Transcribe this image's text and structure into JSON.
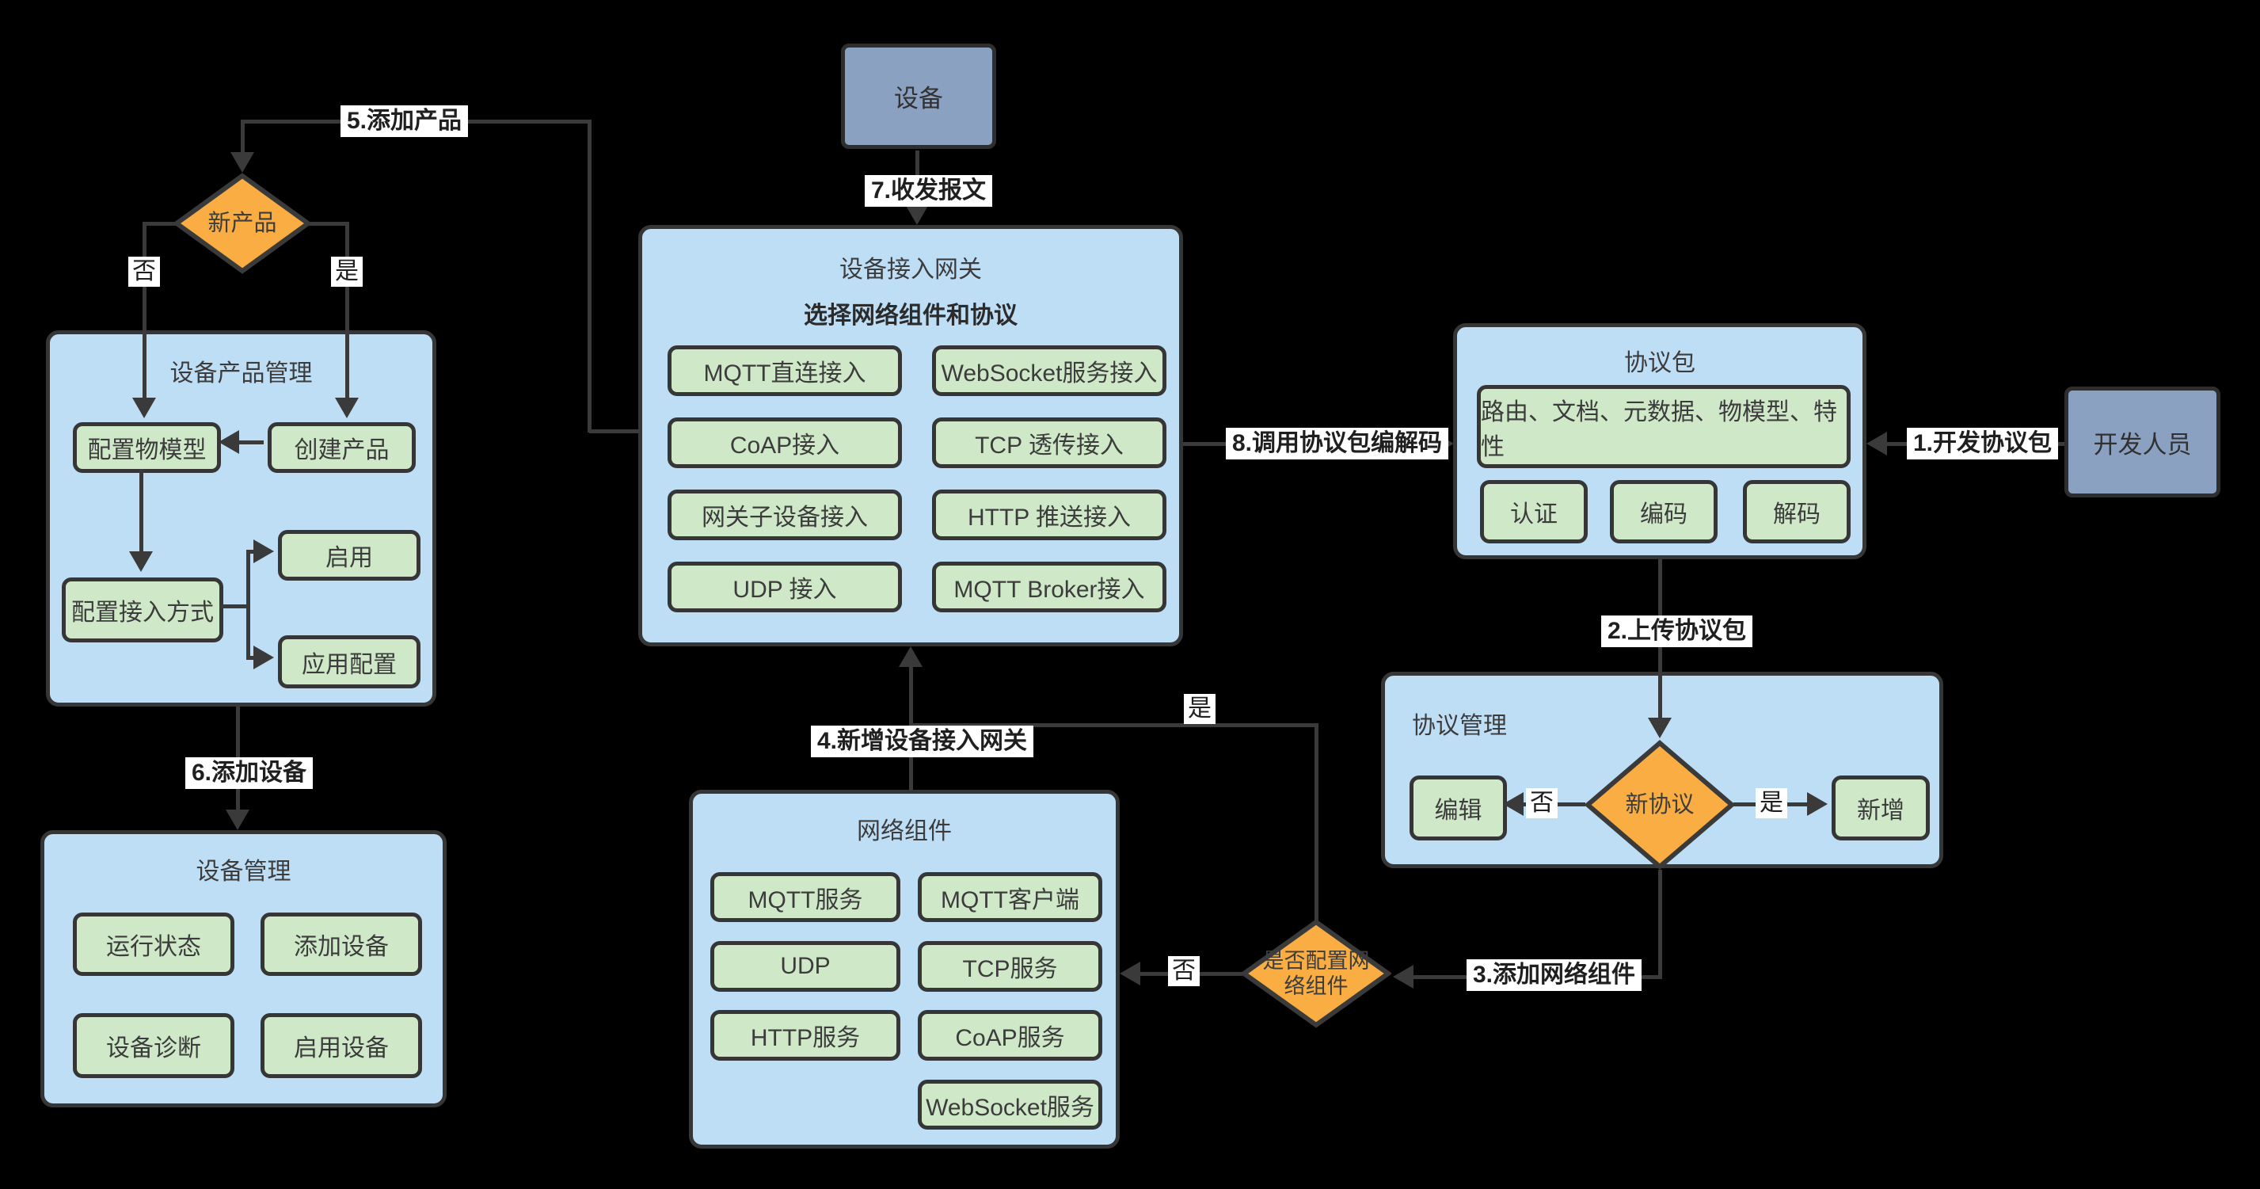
{
  "device": {
    "label": "设备"
  },
  "gateway": {
    "title": "设备接入网关",
    "subtitle": "选择网络组件和协议",
    "buttons": [
      "MQTT直连接入",
      "WebSocket服务接入",
      "CoAP接入",
      "TCP 透传接入",
      "网关子设备接入",
      "HTTP 推送接入",
      "UDP 接入",
      "MQTT Broker接入"
    ]
  },
  "protocol_package": {
    "title": "协议包",
    "row_button": "路由、文档、元数据、物模型、特性",
    "buttons": [
      "认证",
      "编码",
      "解码"
    ]
  },
  "developer": {
    "label": "开发人员"
  },
  "protocol_management": {
    "title": "协议管理",
    "edit_button": "编辑",
    "diamond": "新协议",
    "add_button": "新增",
    "no_label": "否",
    "yes_label": "是"
  },
  "component_decision": {
    "line1": "是否配置网",
    "line2": "络组件",
    "no_label": "否",
    "yes_label": "是"
  },
  "network_components": {
    "title": "网络组件",
    "buttons": [
      "MQTT服务",
      "MQTT客户端",
      "UDP",
      "TCP服务",
      "HTTP服务",
      "CoAP服务",
      "WebSocket服务"
    ]
  },
  "product_decision": {
    "label": "新产品",
    "no_label": "否",
    "yes_label": "是"
  },
  "product_management": {
    "title": "设备产品管理",
    "model_button": "配置物模型",
    "create_button": "创建产品",
    "access_button": "配置接入方式",
    "enable_button": "启用",
    "apply_button": "应用配置"
  },
  "device_management": {
    "title": "设备管理",
    "buttons": [
      "运行状态",
      "添加设备",
      "设备诊断",
      "启用设备"
    ]
  },
  "steps": {
    "s1": "1.开发协议包",
    "s2": "2.上传协议包",
    "s3": "3.添加网络组件",
    "s4": "4.新增设备接入网关",
    "s5": "5.添加产品",
    "s6": "6.添加设备",
    "s7": "7.收发报文",
    "s8": "8.调用协议包编解码"
  },
  "colors": {
    "background": "#000000",
    "container_blue": "#bedef6",
    "button_green": "#cfe9c8",
    "diamond_orange": "#f9ad42",
    "actor_slate": "#8ba1c1",
    "line": "#3a3a3a"
  }
}
